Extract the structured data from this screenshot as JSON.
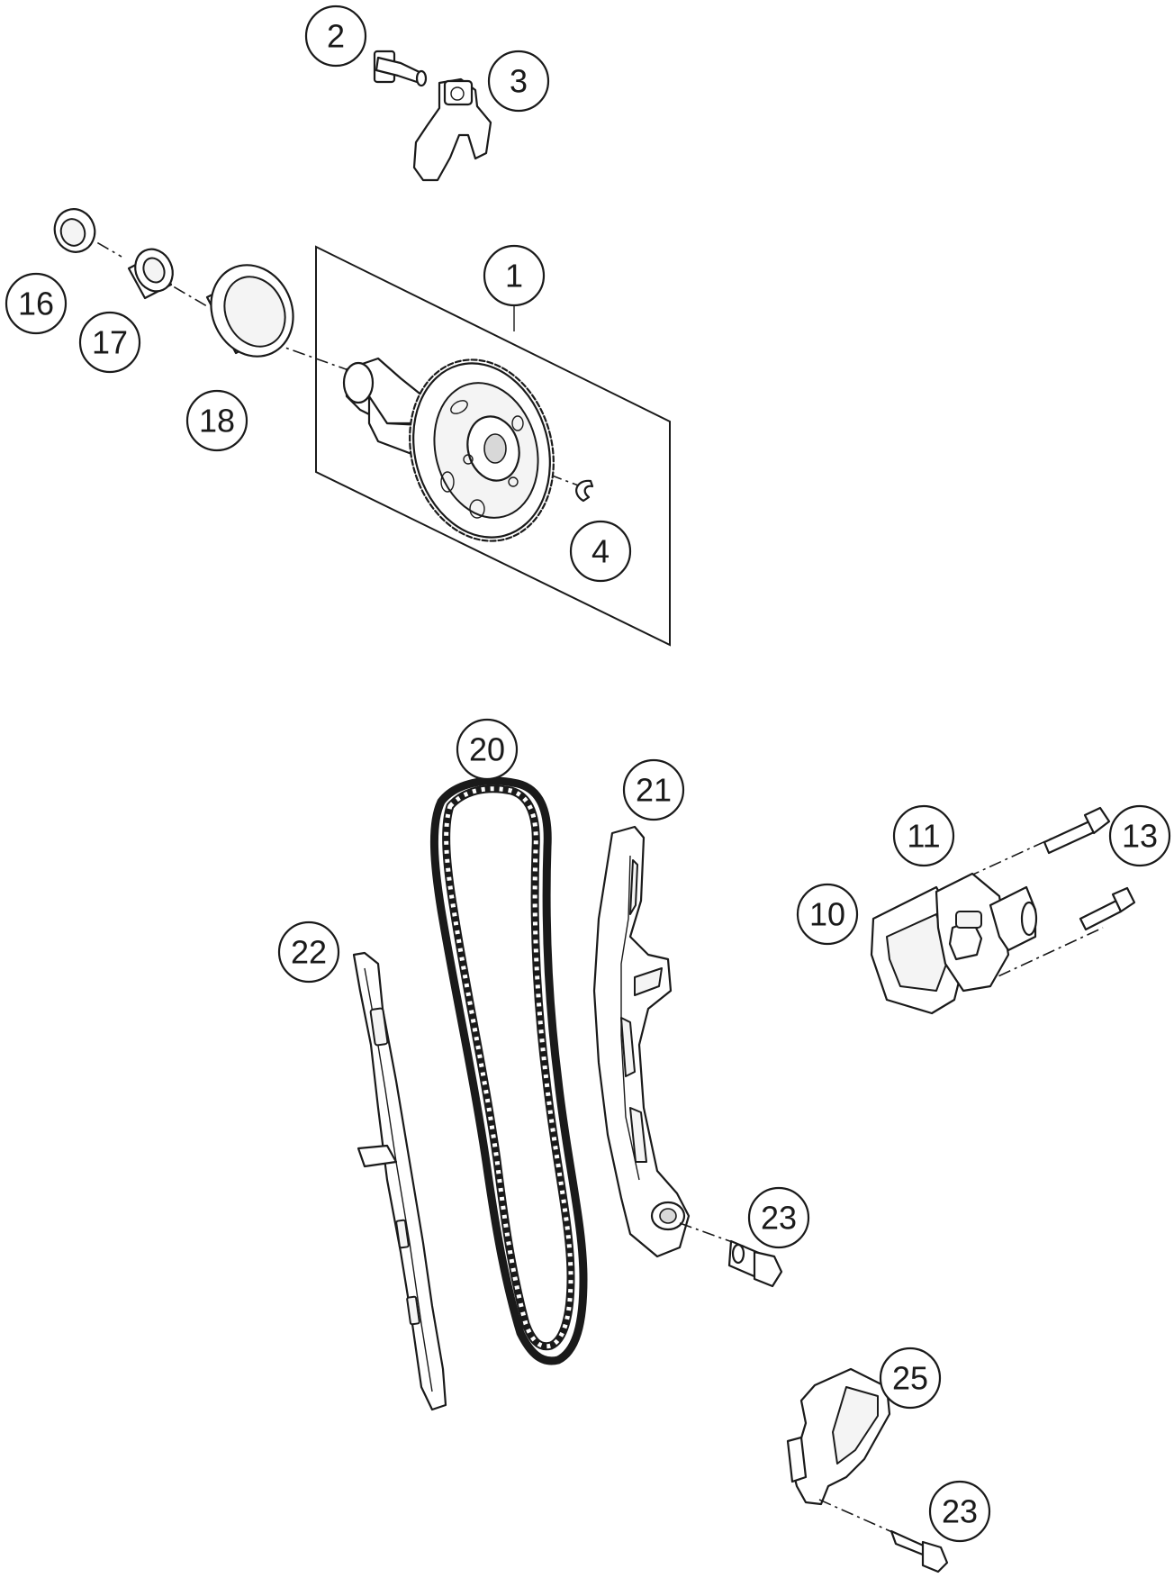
{
  "callouts": {
    "c1": "1",
    "c2": "2",
    "c3": "3",
    "c4": "4",
    "c10": "10",
    "c11": "11",
    "c13": "13",
    "c16": "16",
    "c17": "17",
    "c18": "18",
    "c20": "20",
    "c21": "21",
    "c22": "22",
    "c23a": "23",
    "c23b": "23",
    "c25": "25"
  },
  "colors": {
    "line": "#1a1a1a",
    "background": "#ffffff"
  }
}
